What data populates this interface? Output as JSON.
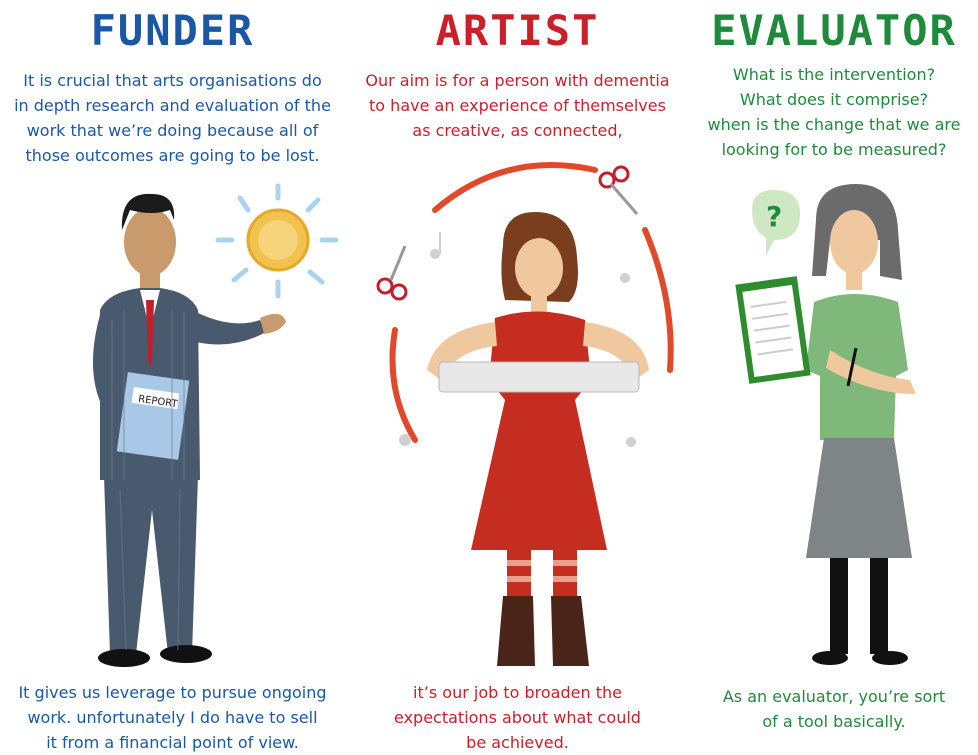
{
  "funder": {
    "title": "FUNDER",
    "top_lines": [
      "It is crucial that arts organisations do",
      "in depth research and evaluation of the",
      "work that we’re doing because all of",
      "those outcomes are going to be lost."
    ],
    "bottom_lines": [
      "It gives us leverage to pursue ongoing",
      "work.  unfortunately I do have to sell",
      "it from a financial point of view."
    ],
    "report_label": "REPORT"
  },
  "artist": {
    "title": "ARTIST",
    "top_lines": [
      "Our aim is for a person with dementia",
      "to have an experience of themselves",
      "as creative, as connected,"
    ],
    "bottom_lines": [
      "it’s our job to broaden the",
      "expectations about what could",
      "be achieved."
    ]
  },
  "evaluator": {
    "title": "EVALUATOR",
    "top_lines": [
      "What is the intervention?",
      "What does it comprise?",
      "when is the change that we are",
      "looking for to be measured?"
    ],
    "bottom_lines": [
      "As an evaluator, you’re sort",
      "of a tool basically."
    ],
    "bubble_text": "?"
  },
  "colors": {
    "funder": "#1a58a6",
    "artist": "#c9202a",
    "evaluator": "#1f8a3c"
  }
}
